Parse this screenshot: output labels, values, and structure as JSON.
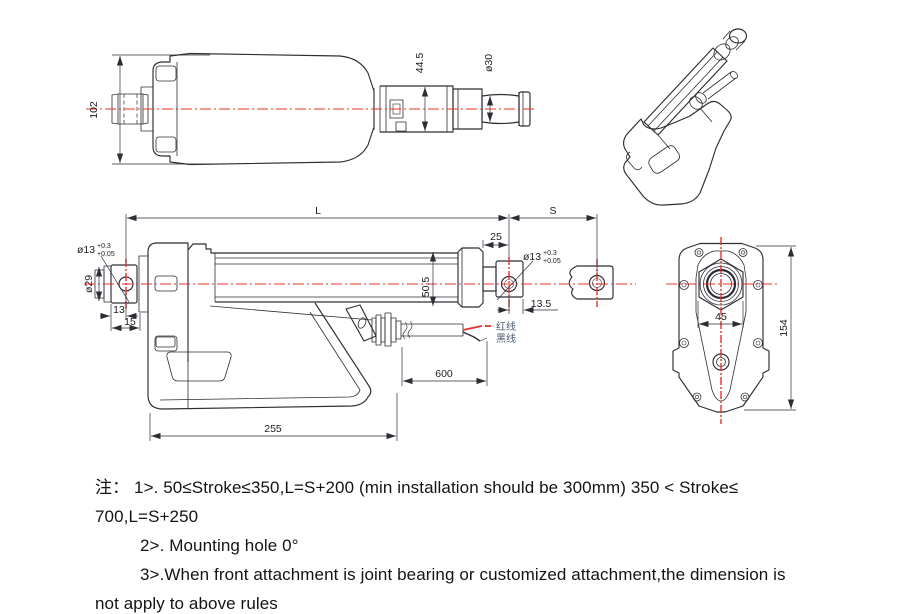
{
  "colors": {
    "background": "#ffffff",
    "drawing_line": "#2d2d35",
    "centerline_red": "#e8302a",
    "wire_red": "#e8302a",
    "wire_black": "#2d2d35",
    "wire_label_text": "#4a5a70",
    "note_text": "#141414"
  },
  "top_view": {
    "dim_height": "102",
    "dim_tube_width": "44.5",
    "dim_rod_dia": "ø30"
  },
  "side_view": {
    "dim_length": "L",
    "dim_stroke": "S",
    "dim_front_offset": "25",
    "dim_hole_dia": "ø13",
    "tol_upper": "+0.3",
    "tol_lower": "+0.05",
    "dim_rear_pin_dia": "ø29",
    "dim_rear_13": "13",
    "dim_rear_15": "15",
    "dim_tube_dia": "50.5",
    "dim_clevis_depth": "13.5",
    "dim_cable_length": "600",
    "dim_body_length": "255",
    "label_red_wire": "红线",
    "label_black_wire": "黑线"
  },
  "end_view": {
    "dim_mount_width": "45",
    "dim_height": "154"
  },
  "notes": {
    "note1": "注：   1>. 50≤Stroke≤350,L=S+200  (min installation should be 300mm)    350 < Stroke≤",
    "note2": "700,L=S+250",
    "note3": "2>. Mounting hole 0°",
    "note4": "3>.When front attachment is joint bearing or customized attachment,the dimension is",
    "note5": "not apply to above rules"
  }
}
